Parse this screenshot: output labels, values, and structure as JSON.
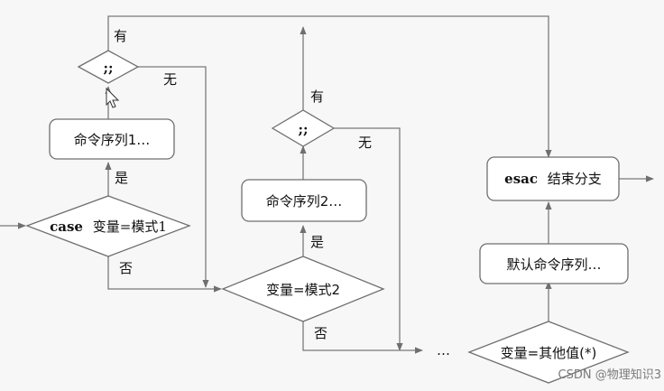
{
  "nodes": {
    "case_cond": {
      "prefix": "case",
      "text": "变量=模式1"
    },
    "cmd1": "命令序列1…",
    "check1": ";;",
    "pattern2": "变量=模式2",
    "cmd2": "命令序列2…",
    "check2": ";;",
    "esac": {
      "prefix": "esac",
      "text": "结束分支"
    },
    "default_cmd": "默认命令序列…",
    "default_cond": "变量=其他值(*)"
  },
  "edge_labels": {
    "yes1": "是",
    "no1": "否",
    "has1": "有",
    "none1": "无",
    "yes2": "是",
    "no2": "否",
    "has2": "有",
    "none2": "无"
  },
  "ellipsis": "…",
  "watermark": "CSDN @物理知识3",
  "colors": {
    "stroke": "#6f6f6f",
    "background": "#f7f7f7",
    "text": "#111111"
  }
}
